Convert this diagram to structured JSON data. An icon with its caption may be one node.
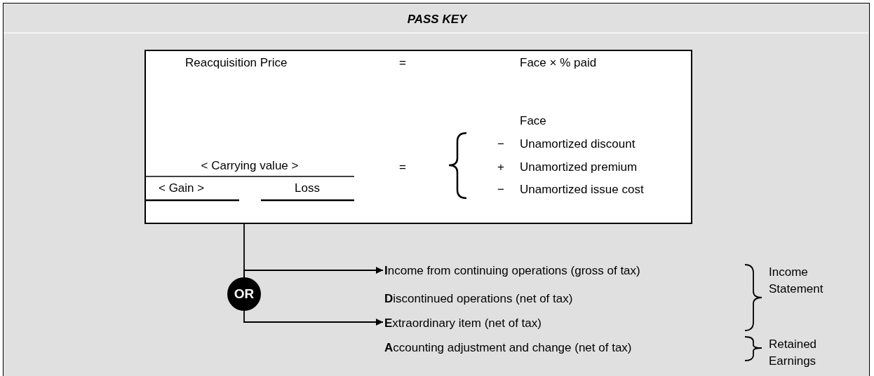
{
  "diagram": {
    "title": "PASS KEY",
    "nodes": [
      {
        "text": [],
        "shape": "box"
      },
      {
        "text": [
          "OR"
        ]
      },
      {
        "text": [
          "**I**ncome from continuing operations (gross of tax)"
        ]
      },
      {
        "text": [
          "**E**xtraordinary item (net of tax)"
        ]
      }
    ],
    "edges": [
      {
        "from": 0,
        "to": 1,
        "arrow": "none"
      },
      {
        "from": 1,
        "to": 2,
        "arrow": "to"
      },
      {
        "from": 1,
        "to": 3,
        "arrow": "to"
      }
    ],
    "labels": [
      "Reacquisition Price",
      "=",
      "Face × % paid",
      "Face",
      "−",
      "Unamortized discount",
      "< Carrying value >",
      "=",
      "+",
      "Unamortized premium",
      "< Gain >",
      "Loss",
      "−",
      "Unamortized issue cost",
      "**D**iscontinued operations (net of tax)",
      "Income Statement",
      "**A**ccounting adjustment and change (net of tax)",
      "Retained Earnings"
    ]
  }
}
